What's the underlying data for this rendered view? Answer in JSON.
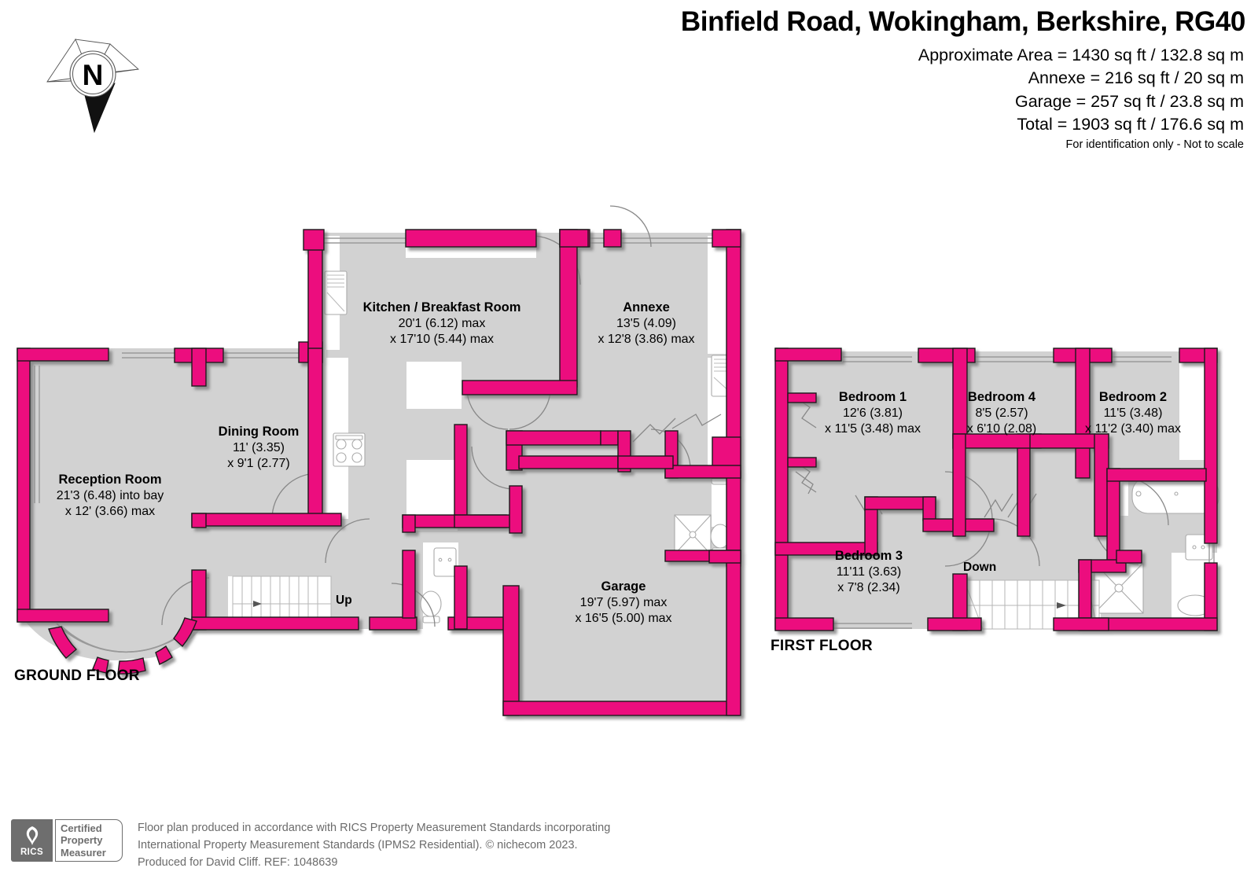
{
  "header": {
    "title": "Binfield Road, Wokingham, Berkshire, RG40",
    "areas": [
      "Approximate Area = 1430 sq ft / 132.8 sq m",
      "Annexe = 216 sq ft / 20 sq m",
      "Garage = 257 sq ft / 23.8 sq m",
      "Total = 1903 sq ft / 176.6 sq m"
    ],
    "disclaimer": "For identification only - Not to scale"
  },
  "compass": {
    "north_letter": "N"
  },
  "colors": {
    "wall": "#ec0a7e",
    "floor_fill": "#d2d2d2",
    "wall_outline": "#1a1a1a",
    "text": "#000000",
    "footer_text": "#6b6b6b",
    "rics_gray": "#6e6e6e"
  },
  "floors": [
    {
      "id": "ground",
      "label": "GROUND FLOOR",
      "rooms": [
        {
          "name": "Reception Room",
          "dim1": "21'3 (6.48) into bay",
          "dim2": "x 12' (3.66) max"
        },
        {
          "name": "Dining Room",
          "dim1": "11' (3.35)",
          "dim2": "x 9'1 (2.77)"
        },
        {
          "name": "Kitchen / Breakfast Room",
          "dim1": "20'1 (6.12) max",
          "dim2": "x 17'10 (5.44) max"
        },
        {
          "name": "Annexe",
          "dim1": "13'5 (4.09)",
          "dim2": "x 12'8 (3.86) max"
        },
        {
          "name": "Garage",
          "dim1": "19'7 (5.97) max",
          "dim2": "x 16'5 (5.00) max"
        }
      ],
      "stairs": [
        {
          "label": "Up"
        }
      ]
    },
    {
      "id": "first",
      "label": "FIRST FLOOR",
      "rooms": [
        {
          "name": "Bedroom 1",
          "dim1": "12'6 (3.81)",
          "dim2": "x 11'5 (3.48) max"
        },
        {
          "name": "Bedroom 4",
          "dim1": "8'5 (2.57)",
          "dim2": "x 6'10 (2.08)"
        },
        {
          "name": "Bedroom 2",
          "dim1": "11'5 (3.48)",
          "dim2": "x 11'2 (3.40) max"
        },
        {
          "name": "Bedroom 3",
          "dim1": "11'11 (3.63)",
          "dim2": "x 7'8 (2.34)"
        }
      ],
      "stairs": [
        {
          "label": "Down"
        }
      ]
    }
  ],
  "footer": {
    "rics": {
      "wordmark": "RICS",
      "line1": "Certified",
      "line2": "Property",
      "line3": "Measurer"
    },
    "lines": [
      "Floor plan produced in accordance with RICS Property Measurement Standards incorporating",
      "International Property Measurement Standards (IPMS2 Residential).    © nichecom 2023.",
      "Produced for David Cliff.    REF: 1048639"
    ]
  }
}
